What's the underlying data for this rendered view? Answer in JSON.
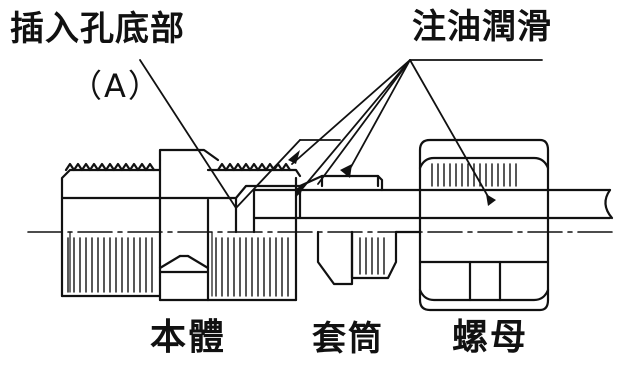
{
  "labels": {
    "insert_hole_bottom": "插入孔底部",
    "insert_hole_bottom_mark": "（A）",
    "lubricate": "注油潤滑",
    "body": "本體",
    "sleeve": "套筒",
    "nut": "螺母"
  },
  "colors": {
    "ink": "#111111",
    "background": "#ffffff"
  }
}
